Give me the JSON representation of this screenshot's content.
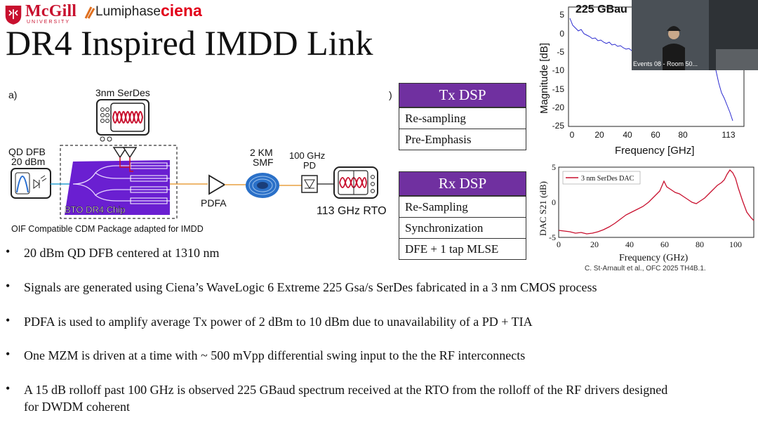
{
  "header": {
    "mcgill": "McGill",
    "mcgill_sub": "UNIVERSITY",
    "lumiphase": "Lumiphase",
    "ciena": "ciena"
  },
  "slide_title": "DR4 Inspired IMDD Link",
  "diagram": {
    "panel_label": "a)",
    "serdes_label": "3nm SerDes",
    "laser_label_1": "QD DFB",
    "laser_label_2": "20 dBm",
    "chip_label": "BTO DR4 Chip",
    "package_label": "OIF Compatible CDM Package adapted for IMDD",
    "pdfa_label": "PDFA",
    "fiber_label_1": "2 KM",
    "fiber_label_2": "SMF",
    "pd_label_1": "100 GHz",
    "pd_label_2": "PD",
    "rto_label": "113 GHz RTO",
    "panel_b_fragment": ")"
  },
  "tx_dsp": {
    "title": "Tx DSP",
    "rows": [
      "Re-sampling",
      "Pre-Emphasis"
    ]
  },
  "rx_dsp": {
    "title": "Rx DSP",
    "rows": [
      "Re-Sampling",
      "Synchronization",
      "DFE + 1 tap MLSE"
    ]
  },
  "spectrum_plot": {
    "title_fragment": "225 GBau",
    "ylabel": "Magnitude [dB]",
    "xlabel": "Frequency [GHz]",
    "yticks": [
      "5",
      "0",
      "-5",
      "-10",
      "-15",
      "-20",
      "-25"
    ],
    "xticks": [
      "0",
      "20",
      "40",
      "60",
      "80",
      "113"
    ],
    "line_color": "#2a2ad0"
  },
  "dac_plot": {
    "ylabel": "DAC S21 (dB)",
    "xlabel": "Frequency (GHz)",
    "legend": "3 nm SerDes DAC",
    "yticks": [
      "5",
      "0",
      "-5"
    ],
    "xticks": [
      "0",
      "20",
      "40",
      "60",
      "80",
      "100"
    ],
    "line_color": "#c8102e"
  },
  "citation": "C. St-Arnault et al., OFC 2025 TH4B.1.",
  "video_overlay": {
    "label": "Events 08 - Room 50..."
  },
  "bullets": [
    "20 dBm QD DFB centered at 1310 nm",
    "Signals are generated using Ciena’s WaveLogic 6 Extreme 225 Gsa/s SerDes fabricated in a 3 nm CMOS process",
    "PDFA is used to amplify average Tx power of 2 dBm to 10 dBm due to unavailability of a PD + TIA",
    "One MZM is driven at a time with ~ 500 mVpp differential swing input to the the RF interconnects",
    "A 15 dB rolloff past 100 GHz is observed 225 GBaud spectrum received at the RTO from the rolloff of the RF drivers designed for DWDM coherent"
  ],
  "colors": {
    "accent_purple": "#7030a0",
    "chip_purple": "#6a1fd1",
    "mcgill_red": "#c8102e",
    "ciena_red": "#e2001a"
  }
}
